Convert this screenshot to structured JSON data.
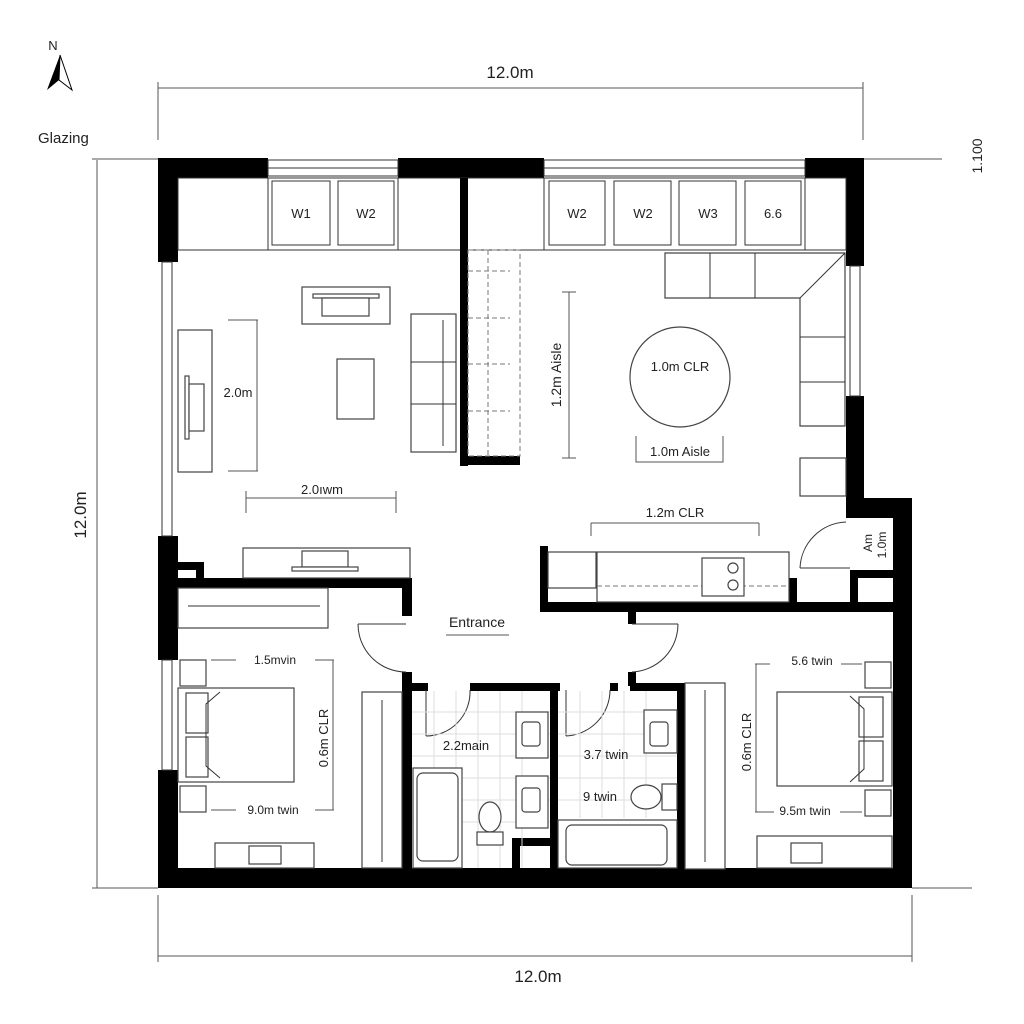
{
  "compass": {
    "label": "N"
  },
  "legend": {
    "glazing": "Glazing"
  },
  "dimensions": {
    "top_width": "12.0m",
    "bottom_width": "12.0m",
    "left_height": "12.0m",
    "right_offset": "1.100"
  },
  "windows": [
    {
      "label": "W1"
    },
    {
      "label": "W2"
    },
    {
      "label": "W2"
    },
    {
      "label": "W2"
    },
    {
      "label": "W3"
    },
    {
      "label": "6.6"
    }
  ],
  "living": {
    "depth_dim": "2.0m",
    "width_dim": "2.0ıwm"
  },
  "dining": {
    "aisle_vertical": "1.2m Aisle",
    "table_clearance": "1.0m CLR",
    "aisle_horizontal": "1.0m Aisle"
  },
  "kitchen": {
    "clearance": "1.2m CLR"
  },
  "closet": {
    "label_line1": "Am",
    "label_line2": "1.0m"
  },
  "entrance": {
    "label": "Entrance"
  },
  "bedroom_left": {
    "top_dim": "1.5mvin",
    "side_dim": "0.6m CLR",
    "bottom_dim": "9.0m twin"
  },
  "bathroom_main": {
    "label": "2.2main"
  },
  "bathroom_second": {
    "label_1": "3.7 twin",
    "label_2": "9 twin"
  },
  "bedroom_right": {
    "top_dim": "5.6 twin",
    "side_dim": "0.6m CLR",
    "bottom_dim": "9.5m twin"
  }
}
